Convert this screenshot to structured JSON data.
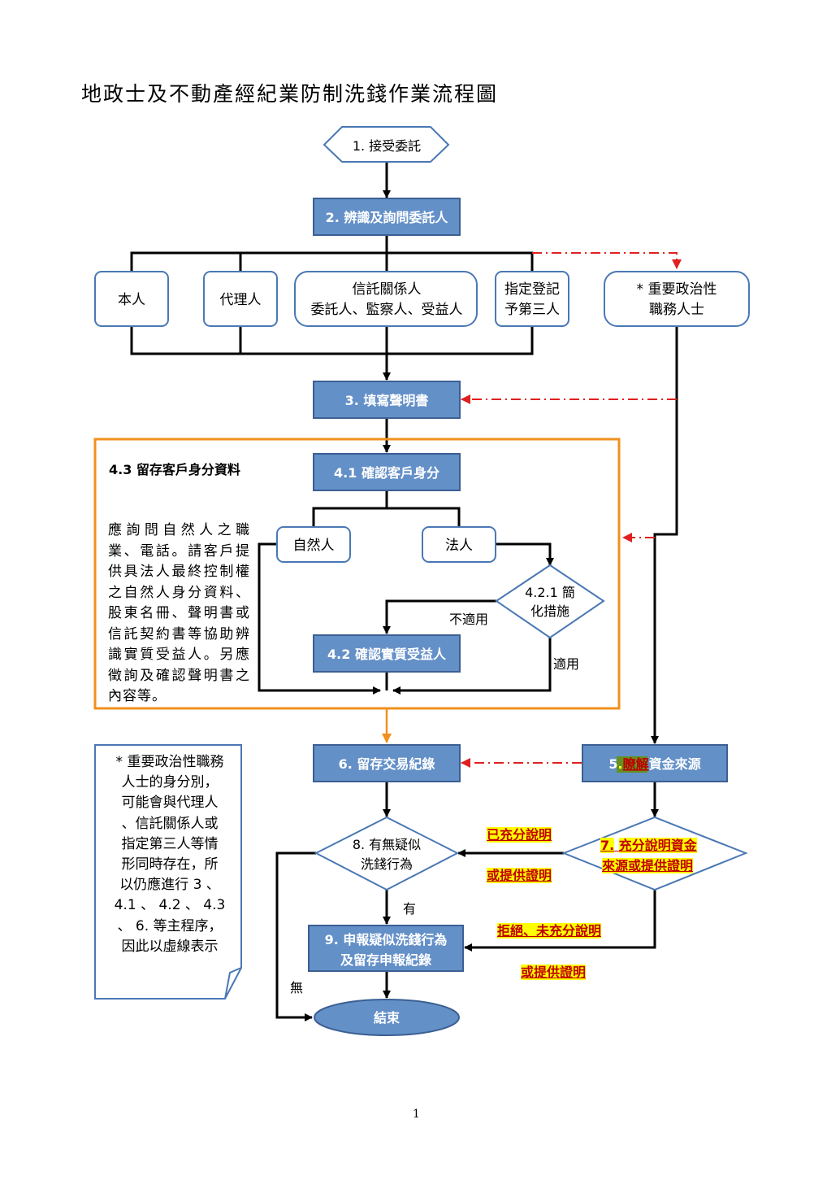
{
  "title": "地政士及不動產經紀業防制洗錢作業流程圖",
  "page_number": "1",
  "colors": {
    "box_fill": "#6490c8",
    "box_stroke": "#3b5f92",
    "outline": "#4a78b4",
    "orange": "#f0901e",
    "red": "#e02020",
    "highlight": "#ffff00",
    "highlight_text": "#c00000"
  },
  "nodes": {
    "n1": "1. 接受委託",
    "n2": "2. 辨識及詢問委託人",
    "self": "本人",
    "agent": "代理人",
    "trust_line1": "信託關係人",
    "trust_line2": "委託人、監察人、受益人",
    "third_line1": "指定登記",
    "third_line2": "予第三人",
    "pep_line1": "* 重要政治性",
    "pep_line2": "職務人士",
    "n3": "3. 填寫聲明書",
    "n41": "4.1 確認客戶身分",
    "natural": "自然人",
    "legal": "法人",
    "n421_line1": "4.2.1 簡",
    "n421_line2": "化措施",
    "not_applicable": "不適用",
    "applicable": "適用",
    "n42": "4.2 確認實質受益人",
    "n5_prefix": "5.",
    "n5_hl": "瞭解",
    "n5_rest": "資金來源",
    "n6": "6. 留存交易紀錄",
    "n7_line1_num": "7.",
    "n7_line1": "充分說明資金",
    "n7_line2": "來源或提供證明",
    "n8_line1": "8. 有無疑似",
    "n8_line2": "洗錢行為",
    "yes": "有",
    "no": "無",
    "n9_line1": "9. 申報疑似洗錢行為",
    "n9_line2": "及留存申報紀錄",
    "end": "結束"
  },
  "edge_labels": {
    "explained1": "已充分說明",
    "explained2": "或提供證明",
    "refused1": "拒絕、未充分說明",
    "refused2": "或提供證明"
  },
  "note43": {
    "title": "4.3 留存客戶身分資料",
    "body": "應詢問自然人之職業、電話。請客戶提供具法人最終控制權之自然人身分資料、股東名冊、聲明書或信託契約書等協助辨識實質受益人。另應徵詢及確認聲明書之內容等。"
  },
  "pep_note": {
    "lines": [
      "* 重要政治性職務",
      "人士的身分別，",
      "可能會與代理人",
      "、信託關係人或",
      "指定第三人等情",
      "形同時存在，所",
      "以仍應進行 3 、",
      "4.1 、 4.2 、 4.3",
      "、 6. 等主程序，",
      "因此以虛線表示"
    ]
  }
}
